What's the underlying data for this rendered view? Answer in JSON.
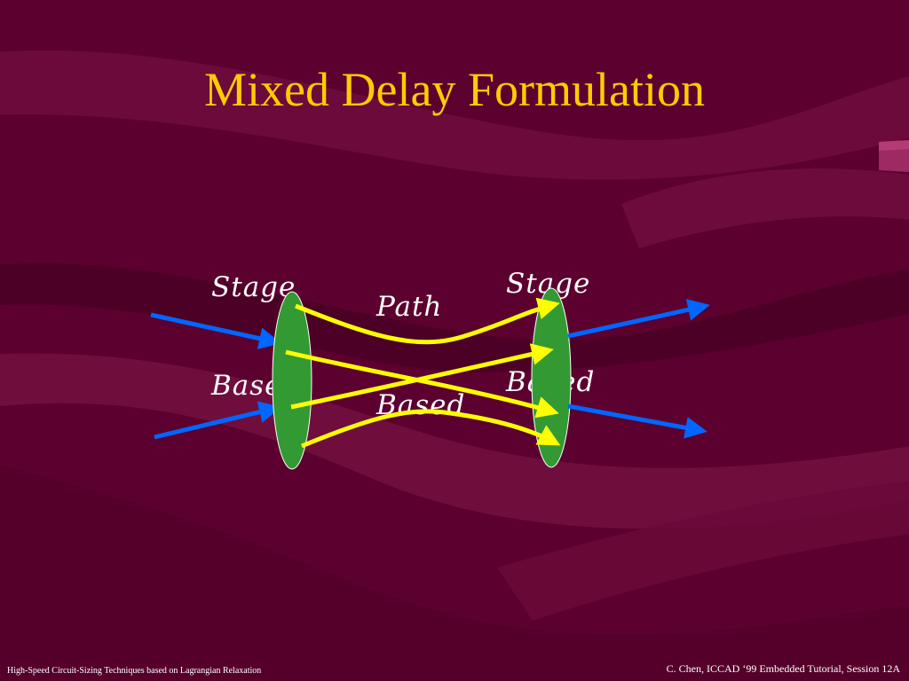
{
  "slide": {
    "title": "Mixed Delay Formulation",
    "labels": {
      "left_stage": [
        "Stage",
        "Based"
      ],
      "path": [
        "Path",
        "Based"
      ],
      "right_stage": [
        "Stage",
        "Based"
      ]
    },
    "footer": {
      "left": "High-Speed Circuit-Sizing Techniques based on Lagrangian Relaxation",
      "right": "C. Chen, ICCAD ‘99 Embedded Tutorial, Session 12A"
    }
  },
  "colors": {
    "background": "#5c002f",
    "title": "#ffcc00",
    "stage_fill": "#339933",
    "path_arrow": "#ffff00",
    "io_arrow": "#0066ff",
    "text": "#ffffff"
  }
}
